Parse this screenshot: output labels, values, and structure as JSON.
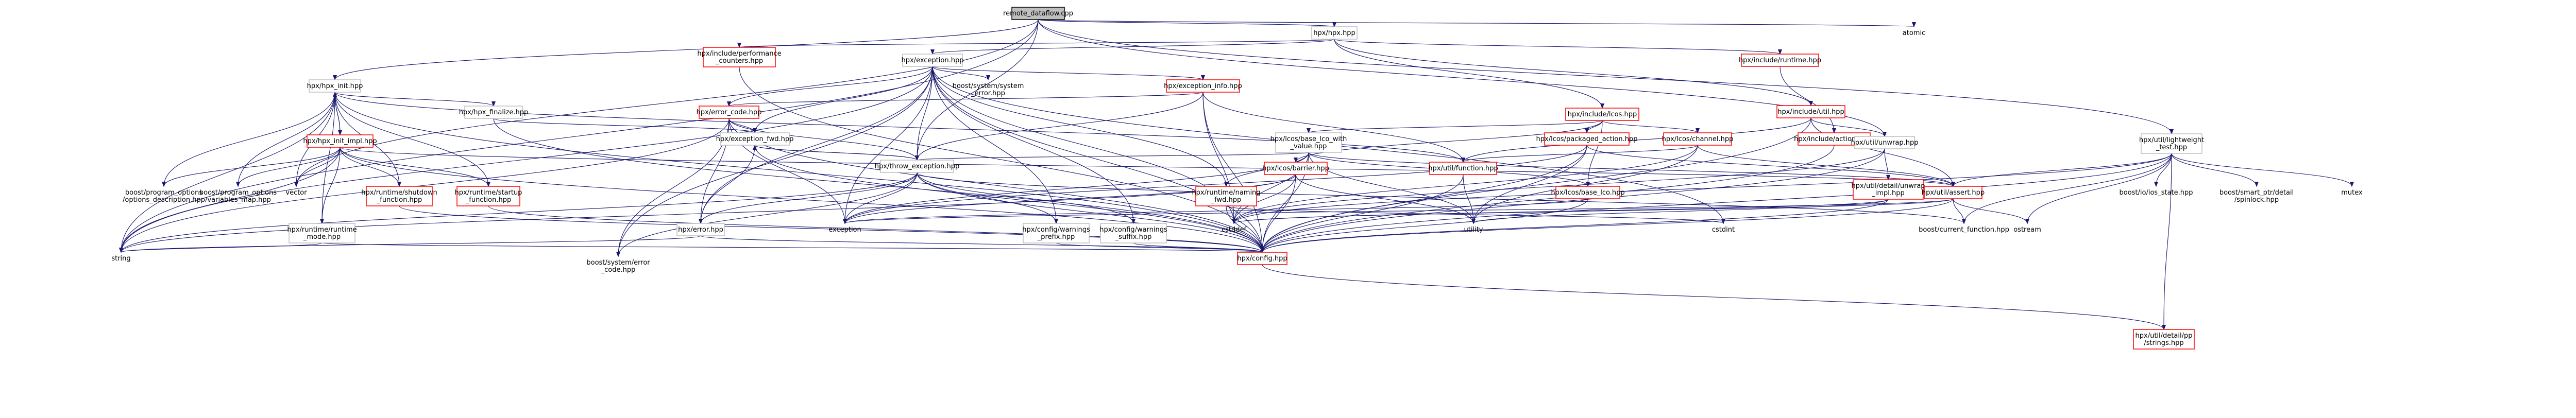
{
  "nodes": [
    {
      "id": "root",
      "lines": [
        "remote_dataflow.cpp"
      ],
      "style": "gray"
    },
    {
      "id": "hpx",
      "lines": [
        "hpx/hpx.hpp"
      ],
      "style": "plain"
    },
    {
      "id": "atomic",
      "lines": [
        "atomic"
      ],
      "style": "noborder"
    },
    {
      "id": "perf",
      "lines": [
        "hpx/include/performance",
        "_counters.hpp"
      ],
      "style": "red"
    },
    {
      "id": "exc",
      "lines": [
        "hpx/exception.hpp"
      ],
      "style": "plain"
    },
    {
      "id": "runtime",
      "lines": [
        "hpx/include/runtime.hpp"
      ],
      "style": "red"
    },
    {
      "id": "lightweight",
      "lines": [
        "hpx/util/lightweight",
        "_test.hpp"
      ],
      "style": "plain"
    },
    {
      "id": "hpxinit",
      "lines": [
        "hpx/hpx_init.hpp"
      ],
      "style": "plain"
    },
    {
      "id": "bsyserr",
      "lines": [
        "boost/system/system",
        "_error.hpp"
      ],
      "style": "noborder"
    },
    {
      "id": "excinfo",
      "lines": [
        "hpx/exception_info.hpp"
      ],
      "style": "red"
    },
    {
      "id": "lcos",
      "lines": [
        "hpx/include/lcos.hpp"
      ],
      "style": "red"
    },
    {
      "id": "incutil",
      "lines": [
        "hpx/include/util.hpp"
      ],
      "style": "red"
    },
    {
      "id": "hpxfinalize",
      "lines": [
        "hpx/hpx_finalize.hpp"
      ],
      "style": "plain"
    },
    {
      "id": "errcode",
      "lines": [
        "hpx/error_code.hpp"
      ],
      "style": "red"
    },
    {
      "id": "basecbk",
      "lines": [
        "hpx/lcos/base_lco_with",
        "_value.hpp"
      ],
      "style": "plain"
    },
    {
      "id": "packaged",
      "lines": [
        "hpx/lcos/packaged_action.hpp"
      ],
      "style": "red"
    },
    {
      "id": "channel",
      "lines": [
        "hpx/lcos/channel.hpp"
      ],
      "style": "red"
    },
    {
      "id": "actions",
      "lines": [
        "hpx/include/actions.hpp"
      ],
      "style": "red"
    },
    {
      "id": "unwrap",
      "lines": [
        "hpx/util/unwrap.hpp"
      ],
      "style": "plain"
    },
    {
      "id": "hpxinitimpl",
      "lines": [
        "hpx/hpx_init_impl.hpp"
      ],
      "style": "red"
    },
    {
      "id": "excfwd",
      "lines": [
        "hpx/exception_fwd.hpp"
      ],
      "style": "plain"
    },
    {
      "id": "bpoopt",
      "lines": [
        "boost/program_options",
        "/options_description.hpp"
      ],
      "style": "noborder"
    },
    {
      "id": "bpovar",
      "lines": [
        "boost/program_options",
        "/variables_map.hpp"
      ],
      "style": "noborder"
    },
    {
      "id": "vector",
      "lines": [
        "vector"
      ],
      "style": "noborder"
    },
    {
      "id": "shutdown",
      "lines": [
        "hpx/runtime/shutdown",
        "_function.hpp"
      ],
      "style": "red"
    },
    {
      "id": "startup",
      "lines": [
        "hpx/runtime/startup",
        "_function.hpp"
      ],
      "style": "red"
    },
    {
      "id": "throwexc",
      "lines": [
        "hpx/throw_exception.hpp"
      ],
      "style": "plain"
    },
    {
      "id": "naming",
      "lines": [
        "hpx/runtime/naming",
        "_fwd.hpp"
      ],
      "style": "red"
    },
    {
      "id": "barrier",
      "lines": [
        "hpx/lcos/barrier.hpp"
      ],
      "style": "red"
    },
    {
      "id": "function",
      "lines": [
        "hpx/util/function.hpp"
      ],
      "style": "red"
    },
    {
      "id": "baselco",
      "lines": [
        "hpx/lcos/base_lco.hpp"
      ],
      "style": "red"
    },
    {
      "id": "unwrapimpl",
      "lines": [
        "hpx/util/detail/unwrap",
        "_impl.hpp"
      ],
      "style": "red"
    },
    {
      "id": "utilassert",
      "lines": [
        "hpx/util/assert.hpp"
      ],
      "style": "red"
    },
    {
      "id": "bflags",
      "lines": [
        "boost/io/ios_state.hpp"
      ],
      "style": "noborder"
    },
    {
      "id": "bsmart",
      "lines": [
        "boost/smart_ptr/detail",
        "/spinlock.hpp"
      ],
      "style": "noborder"
    },
    {
      "id": "mutex",
      "lines": [
        "mutex"
      ],
      "style": "noborder"
    },
    {
      "id": "runtimemode",
      "lines": [
        "hpx/runtime/runtime",
        "_mode.hpp"
      ],
      "style": "plain"
    },
    {
      "id": "error",
      "lines": [
        "hpx/error.hpp"
      ],
      "style": "plain"
    },
    {
      "id": "exception",
      "lines": [
        "exception"
      ],
      "style": "noborder"
    },
    {
      "id": "warnpre",
      "lines": [
        "hpx/config/warnings",
        "_prefix.hpp"
      ],
      "style": "plain"
    },
    {
      "id": "warnsuf",
      "lines": [
        "hpx/config/warnings",
        "_suffix.hpp"
      ],
      "style": "plain"
    },
    {
      "id": "cstddef",
      "lines": [
        "cstddef"
      ],
      "style": "noborder"
    },
    {
      "id": "utility",
      "lines": [
        "utility"
      ],
      "style": "noborder"
    },
    {
      "id": "cstdint",
      "lines": [
        "cstdint"
      ],
      "style": "noborder"
    },
    {
      "id": "bcurfn",
      "lines": [
        "boost/current_function.hpp"
      ],
      "style": "noborder"
    },
    {
      "id": "ostream",
      "lines": [
        "ostream"
      ],
      "style": "noborder"
    },
    {
      "id": "string",
      "lines": [
        "string"
      ],
      "style": "noborder"
    },
    {
      "id": "bsyserrcode",
      "lines": [
        "boost/system/error",
        "_code.hpp"
      ],
      "style": "noborder"
    },
    {
      "id": "config",
      "lines": [
        "hpx/config.hpp"
      ],
      "style": "red"
    },
    {
      "id": "strings",
      "lines": [
        "hpx/util/detail/pp",
        "/strings.hpp"
      ],
      "style": "red"
    }
  ],
  "edges": [
    [
      "root",
      "hpx"
    ],
    [
      "root",
      "atomic"
    ],
    [
      "root",
      "lightweight"
    ],
    [
      "root",
      "hpxinit"
    ],
    [
      "root",
      "vector"
    ],
    [
      "root",
      "string"
    ],
    [
      "root",
      "throwexc"
    ],
    [
      "root",
      "unwrap"
    ],
    [
      "hpx",
      "perf"
    ],
    [
      "hpx",
      "exc"
    ],
    [
      "hpx",
      "runtime"
    ],
    [
      "hpx",
      "lcos"
    ],
    [
      "hpx",
      "incutil"
    ],
    [
      "perf",
      "config"
    ],
    [
      "exc",
      "bsyserr"
    ],
    [
      "exc",
      "excinfo"
    ],
    [
      "exc",
      "errcode"
    ],
    [
      "exc",
      "excfwd"
    ],
    [
      "exc",
      "throwexc"
    ],
    [
      "exc",
      "error"
    ],
    [
      "exc",
      "exception"
    ],
    [
      "exc",
      "string"
    ],
    [
      "exc",
      "cstddef"
    ],
    [
      "exc",
      "cstdint"
    ],
    [
      "exc",
      "naming"
    ],
    [
      "exc",
      "warnpre"
    ],
    [
      "exc",
      "warnsuf"
    ],
    [
      "exc",
      "config"
    ],
    [
      "exc",
      "bsyserrcode"
    ],
    [
      "runtime",
      "actions"
    ],
    [
      "excinfo",
      "errcode"
    ],
    [
      "excinfo",
      "function"
    ],
    [
      "excinfo",
      "throwexc"
    ],
    [
      "excinfo",
      "config"
    ],
    [
      "excinfo",
      "cstddef"
    ],
    [
      "errcode",
      "excfwd"
    ],
    [
      "errcode",
      "throwexc"
    ],
    [
      "errcode",
      "error"
    ],
    [
      "errcode",
      "exception"
    ],
    [
      "errcode",
      "string"
    ],
    [
      "errcode",
      "config"
    ],
    [
      "errcode",
      "bsyserrcode"
    ],
    [
      "hpxinit",
      "hpxfinalize"
    ],
    [
      "hpxinit",
      "hpxinitimpl"
    ],
    [
      "hpxinit",
      "bpoopt"
    ],
    [
      "hpxinit",
      "bpovar"
    ],
    [
      "hpxinit",
      "vector"
    ],
    [
      "hpxinit",
      "shutdown"
    ],
    [
      "hpxinit",
      "startup"
    ],
    [
      "hpxinit",
      "runtimemode"
    ],
    [
      "hpxinit",
      "string"
    ],
    [
      "hpxinit",
      "config"
    ],
    [
      "hpxinit",
      "function"
    ],
    [
      "hpxinitimpl",
      "hpxinit"
    ],
    [
      "hpxinitimpl",
      "bpoopt"
    ],
    [
      "hpxinitimpl",
      "bpovar"
    ],
    [
      "hpxinitimpl",
      "vector"
    ],
    [
      "hpxinitimpl",
      "shutdown"
    ],
    [
      "hpxinitimpl",
      "startup"
    ],
    [
      "hpxinitimpl",
      "runtimemode"
    ],
    [
      "hpxinitimpl",
      "string"
    ],
    [
      "hpxinitimpl",
      "utilassert"
    ],
    [
      "hpxinitimpl",
      "config"
    ],
    [
      "hpxfinalize",
      "excfwd"
    ],
    [
      "hpxfinalize",
      "config"
    ],
    [
      "excfwd",
      "throwexc"
    ],
    [
      "excfwd",
      "error"
    ],
    [
      "excfwd",
      "config"
    ],
    [
      "throwexc",
      "error"
    ],
    [
      "throwexc",
      "exception"
    ],
    [
      "throwexc",
      "bcurfn"
    ],
    [
      "throwexc",
      "string"
    ],
    [
      "throwexc",
      "config"
    ],
    [
      "throwexc",
      "warnpre"
    ],
    [
      "throwexc",
      "warnsuf"
    ],
    [
      "throwexc",
      "bsyserrcode"
    ],
    [
      "throwexc",
      "excfwd"
    ],
    [
      "lcos",
      "basecbk"
    ],
    [
      "lcos",
      "packaged"
    ],
    [
      "lcos",
      "channel"
    ],
    [
      "lcos",
      "barrier"
    ],
    [
      "lcos",
      "baselco"
    ],
    [
      "basecbk",
      "throwexc"
    ],
    [
      "basecbk",
      "utilassert"
    ],
    [
      "basecbk",
      "cstddef"
    ],
    [
      "basecbk",
      "utility"
    ],
    [
      "basecbk",
      "naming"
    ],
    [
      "basecbk",
      "config"
    ],
    [
      "basecbk",
      "exception"
    ],
    [
      "basecbk",
      "baselco"
    ],
    [
      "packaged",
      "utilassert"
    ],
    [
      "packaged",
      "utility"
    ],
    [
      "packaged",
      "exception"
    ],
    [
      "packaged",
      "config"
    ],
    [
      "channel",
      "utilassert"
    ],
    [
      "channel",
      "utility"
    ],
    [
      "channel",
      "cstddef"
    ],
    [
      "channel",
      "function"
    ],
    [
      "incutil",
      "unwrap"
    ],
    [
      "incutil",
      "function"
    ],
    [
      "incutil",
      "utilassert"
    ],
    [
      "incutil",
      "config"
    ],
    [
      "unwrap",
      "unwrapimpl"
    ],
    [
      "unwrap",
      "config"
    ],
    [
      "unwrap",
      "cstddef"
    ],
    [
      "unwrapimpl",
      "utilassert"
    ],
    [
      "unwrapimpl",
      "cstddef"
    ],
    [
      "unwrapimpl",
      "config"
    ],
    [
      "unwrapimpl",
      "utility"
    ],
    [
      "actions",
      "config"
    ],
    [
      "naming",
      "cstdint"
    ],
    [
      "naming",
      "config"
    ],
    [
      "barrier",
      "exception"
    ],
    [
      "barrier",
      "utility"
    ],
    [
      "barrier",
      "cstddef"
    ],
    [
      "barrier",
      "string"
    ],
    [
      "barrier",
      "config"
    ],
    [
      "function",
      "utility"
    ],
    [
      "function",
      "config"
    ],
    [
      "baselco",
      "exception"
    ],
    [
      "baselco",
      "config"
    ],
    [
      "utilassert",
      "bcurfn"
    ],
    [
      "utilassert",
      "exception"
    ],
    [
      "utilassert",
      "ostream"
    ],
    [
      "utilassert",
      "cstddef"
    ],
    [
      "utilassert",
      "config"
    ],
    [
      "lightweight",
      "utilassert"
    ],
    [
      "lightweight",
      "bflags"
    ],
    [
      "lightweight",
      "bsmart"
    ],
    [
      "lightweight",
      "mutex"
    ],
    [
      "lightweight",
      "ostream"
    ],
    [
      "lightweight",
      "bcurfn"
    ],
    [
      "lightweight",
      "cstddef"
    ],
    [
      "lightweight",
      "config"
    ],
    [
      "lightweight",
      "strings"
    ],
    [
      "shutdown",
      "config"
    ],
    [
      "startup",
      "config"
    ],
    [
      "runtimemode",
      "string"
    ],
    [
      "runtimemode",
      "config"
    ],
    [
      "error",
      "string"
    ],
    [
      "error",
      "config"
    ],
    [
      "warnpre",
      "config"
    ],
    [
      "warnsuf",
      "config"
    ],
    [
      "config",
      "strings"
    ]
  ]
}
